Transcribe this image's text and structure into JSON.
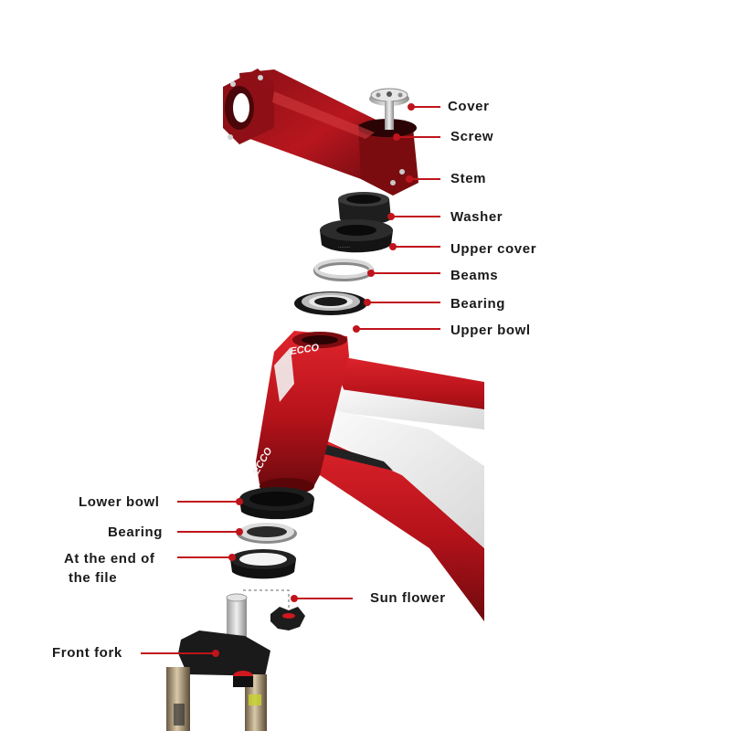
{
  "colors": {
    "frame_red": "#c0141c",
    "frame_dark_red": "#7a0c10",
    "frame_white": "#f2f2f2",
    "part_black": "#1c1c1c",
    "part_silver": "#c8c8c8",
    "leader_line": "#c0141c",
    "label_text": "#1a1a1a"
  },
  "frame_brand": "ECCO",
  "labels": {
    "cover": "Cover",
    "screw": "Screw",
    "stem": "Stem",
    "washer": "Washer",
    "upper_cover": "Upper cover",
    "beams": "Beams",
    "bearing_upper": "Bearing",
    "upper_bowl": "Upper bowl",
    "lower_bowl": "Lower bowl",
    "bearing_lower": "Bearing",
    "end_of_file_line1": "At the end of",
    "end_of_file_line2": "the file",
    "sun_flower": "Sun flower",
    "front_fork": "Front fork"
  }
}
